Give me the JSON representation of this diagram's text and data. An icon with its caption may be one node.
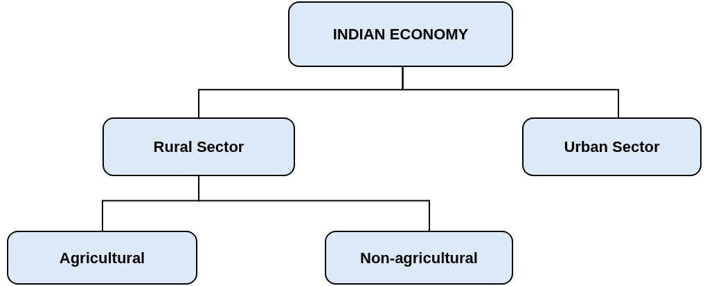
{
  "diagram": {
    "nodes": [
      {
        "text": [
          "INDIAN ECONOMY"
        ]
      },
      {
        "text": [
          "Rural Sector"
        ]
      },
      {
        "text": [
          "Urban Sector"
        ]
      },
      {
        "text": [
          "Agricultural"
        ]
      },
      {
        "text": [
          "Non-agricultural"
        ]
      }
    ],
    "edges": [
      {
        "from": 0,
        "to": 1,
        "arrow": "none"
      },
      {
        "from": 0,
        "to": 2,
        "arrow": "none"
      },
      {
        "from": 1,
        "to": 3,
        "arrow": "none"
      },
      {
        "from": 1,
        "to": 4,
        "arrow": "none"
      }
    ]
  }
}
